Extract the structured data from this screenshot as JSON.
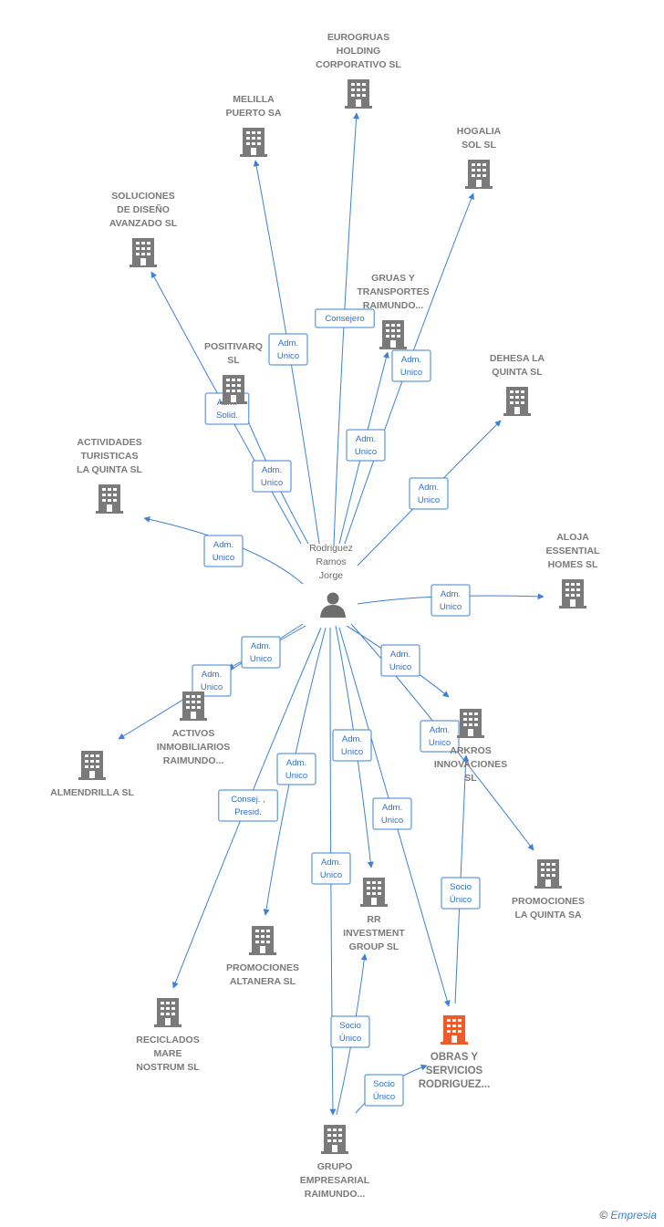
{
  "person": {
    "id": "person",
    "lines": [
      "Rodriguez",
      "Ramos",
      "Jorge"
    ]
  },
  "colors": {
    "edge": "#3b82d6",
    "company": "#7a7a7a",
    "main_company": "#ee5a2a",
    "person": "#6d6d6d"
  },
  "companies": [
    {
      "id": "eurogruas",
      "lines": [
        "EUROGRUAS",
        "HOLDING",
        "CORPORATIVO SL"
      ]
    },
    {
      "id": "melilla",
      "lines": [
        "MELILLA",
        "PUERTO SA"
      ]
    },
    {
      "id": "hogalia",
      "lines": [
        "HOGALIA",
        "SOL  SL"
      ]
    },
    {
      "id": "soluciones",
      "lines": [
        "SOLUCIONES",
        "DE DISEÑO",
        "AVANZADO  SL"
      ]
    },
    {
      "id": "gruas",
      "lines": [
        "GRUAS Y",
        "TRANSPORTES",
        "RAIMUNDO..."
      ]
    },
    {
      "id": "positivarq",
      "lines": [
        "POSITIVARQ",
        "SL"
      ]
    },
    {
      "id": "dehesa",
      "lines": [
        "DEHESA LA",
        "QUINTA SL"
      ]
    },
    {
      "id": "actividades",
      "lines": [
        "ACTIVIDADES",
        "TURISTICAS",
        "LA QUINTA SL"
      ]
    },
    {
      "id": "aloja",
      "lines": [
        "ALOJA",
        "ESSENTIAL",
        "HOMES  SL"
      ]
    },
    {
      "id": "activos",
      "lines": [
        "ACTIVOS",
        "INMOBILIARIOS",
        "RAIMUNDO..."
      ]
    },
    {
      "id": "almendrilla",
      "lines": [
        "ALMENDRILLA SL"
      ]
    },
    {
      "id": "arkros",
      "lines": [
        "ARKROS",
        "INNOVACIONES",
        "SL"
      ]
    },
    {
      "id": "promo_quinta",
      "lines": [
        "PROMOCIONES",
        "LA QUINTA SA"
      ]
    },
    {
      "id": "rr",
      "lines": [
        "RR",
        "INVESTMENT",
        "GROUP  SL"
      ]
    },
    {
      "id": "promo_altanera",
      "lines": [
        "PROMOCIONES",
        "ALTANERA SL"
      ]
    },
    {
      "id": "reciclados",
      "lines": [
        "RECICLADOS",
        "MARE",
        "NOSTRUM  SL"
      ]
    },
    {
      "id": "obras",
      "lines": [
        "OBRAS Y",
        "SERVICIOS",
        "RODRIGUEZ..."
      ],
      "main": true
    },
    {
      "id": "grupo",
      "lines": [
        "GRUPO",
        "EMPRESARIAL",
        "RAIMUNDO..."
      ]
    }
  ],
  "edges": [
    {
      "from": "person",
      "to": "eurogruas",
      "role": [
        "Consejero"
      ]
    },
    {
      "from": "person",
      "to": "melilla",
      "role": [
        "Adm.",
        "Unico"
      ]
    },
    {
      "from": "person",
      "to": "hogalia",
      "role": [
        "Adm.",
        "Unico"
      ]
    },
    {
      "from": "person",
      "to": "soluciones",
      "role": [
        "Adm.",
        "Solid."
      ]
    },
    {
      "from": "person",
      "to": "gruas",
      "role": [
        "Adm.",
        "Unico"
      ]
    },
    {
      "from": "person",
      "to": "positivarq",
      "role": [
        "Adm.",
        "Unico"
      ]
    },
    {
      "from": "person",
      "to": "dehesa",
      "role": [
        "Adm.",
        "Unico"
      ]
    },
    {
      "from": "person",
      "to": "actividades",
      "role": [
        "Adm.",
        "Unico"
      ]
    },
    {
      "from": "person",
      "to": "aloja",
      "role": [
        "Adm.",
        "Unico"
      ]
    },
    {
      "from": "person",
      "to": "activos",
      "role": [
        "Adm.",
        "Unico"
      ]
    },
    {
      "from": "person",
      "to": "almendrilla",
      "role": [
        "Adm.",
        "Unico"
      ]
    },
    {
      "from": "person",
      "to": "arkros",
      "role": [
        "Adm.",
        "Unico"
      ]
    },
    {
      "from": "person",
      "to": "promo_quinta",
      "role": [
        "Adm.",
        "Unico"
      ]
    },
    {
      "from": "person",
      "to": "rr",
      "role": [
        "Adm.",
        "Unico"
      ]
    },
    {
      "from": "person",
      "to": "promo_altanera",
      "role": [
        "Adm.",
        "Unico"
      ]
    },
    {
      "from": "person",
      "to": "reciclados",
      "role": [
        "Consej. ,",
        "Presid."
      ]
    },
    {
      "from": "person",
      "to": "obras",
      "role": [
        "Adm.",
        "Unico"
      ]
    },
    {
      "from": "person",
      "to": "grupo",
      "role": [
        "Adm.",
        "Unico"
      ]
    },
    {
      "from": "obras",
      "to": "arkros",
      "role": [
        "Socio",
        "Único"
      ]
    },
    {
      "from": "grupo",
      "to": "rr",
      "role": [
        "Socio",
        "Único"
      ]
    },
    {
      "from": "grupo",
      "to": "obras",
      "role": [
        "Socio",
        "Único"
      ]
    }
  ],
  "credit": {
    "symbol": "©",
    "brand": "Empresia"
  }
}
